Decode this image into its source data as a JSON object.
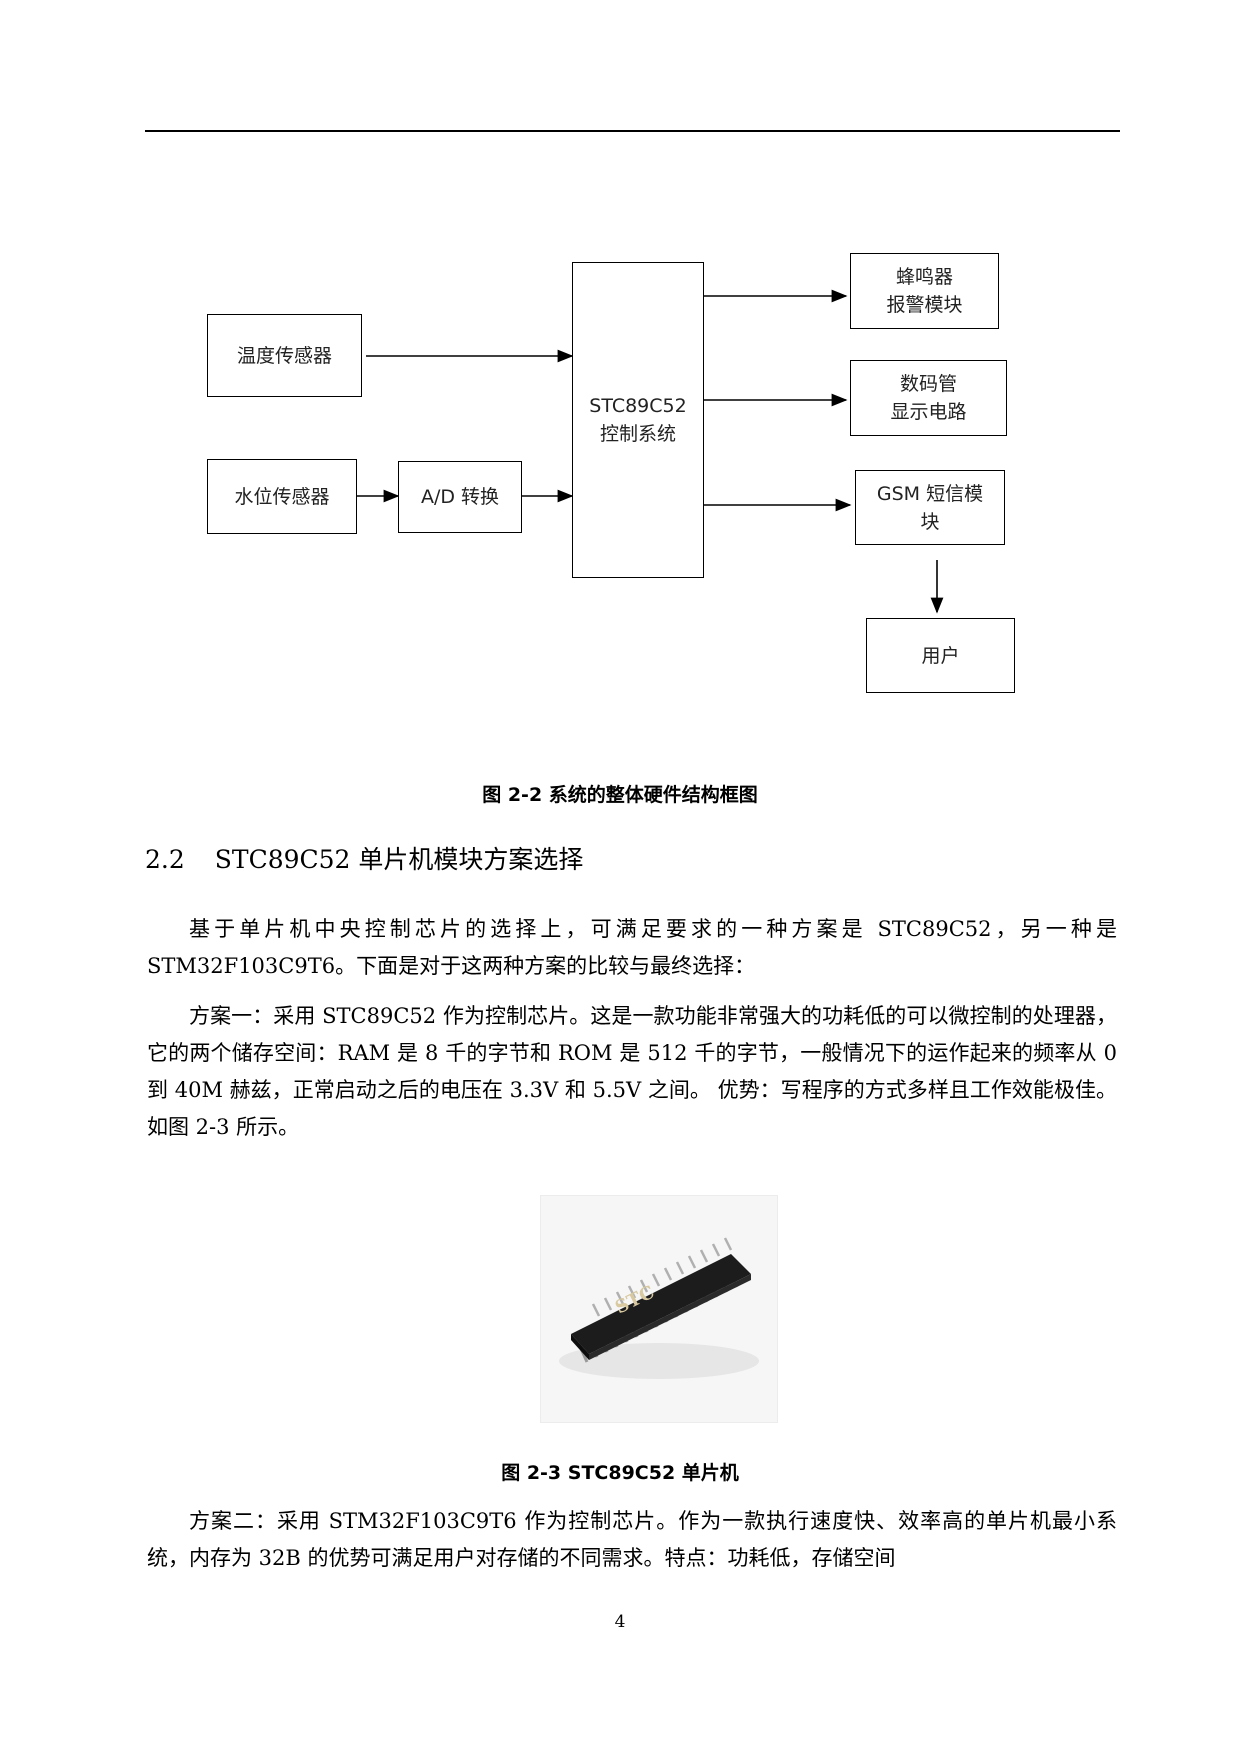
{
  "diagram": {
    "boxes": {
      "temp_sensor": "温度传感器",
      "water_sensor": "水位传感器",
      "ad_convert": "A/D 转换",
      "mcu": "STC89C52\n控制系统",
      "buzzer": "蜂鸣器\n报警模块",
      "display": "数码管\n显示电路",
      "gsm": "GSM 短信模\n块",
      "user": "用户"
    },
    "caption": "图 2-2 系统的整体硬件结构框图"
  },
  "section": {
    "number": "2.2",
    "title": "STC89C52 单片机模块方案选择"
  },
  "paragraphs": {
    "intro": "基于单片机中央控制芯片的选择上，可满足要求的一种方案是 STC89C52，另一种是STM32F103C9T6。下面是对于这两种方案的比较与最终选择：",
    "option1": "方案一：采用 STC89C52 作为控制芯片。这是一款功能非常强大的功耗低的可以微控制的处理器，它的两个储存空间：RAM 是 8 千的字节和 ROM 是 512 千的字节，一般情况下的运作起来的频率从 0 到 40M 赫兹，正常启动之后的电压在 3.3V 和 5.5V 之间。 优势：写程序的方式多样且工作效能极佳。如图 2-3 所示。",
    "option2": "方案二：采用 STM32F103C9T6 作为控制芯片。作为一款执行速度快、效率高的单片机最小系统，内存为 32B 的优势可满足用户对存储的不同需求。特点：功耗低，存储空间"
  },
  "figure_chip": {
    "chip_text": "STC",
    "caption": "图 2-3 STC89C52 单片机"
  },
  "page_number": "4"
}
